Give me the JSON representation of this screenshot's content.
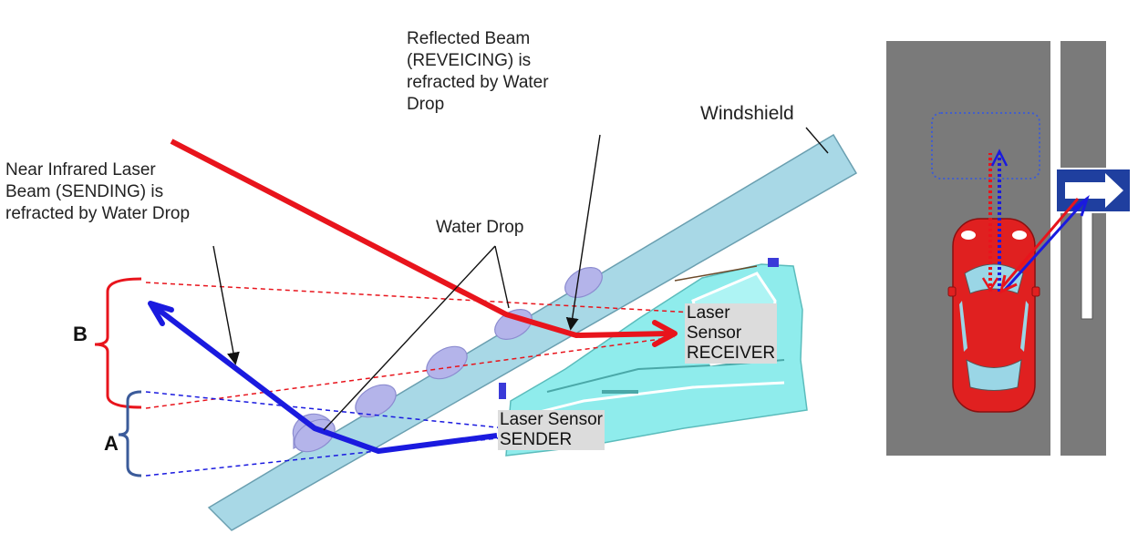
{
  "labels": {
    "reflected": [
      "Reflected Beam",
      "(REVEICING) is",
      "refracted by Water",
      "Drop"
    ],
    "windshield": "Windshield",
    "near_ir": [
      "Near Infrared Laser",
      "Beam (SENDING) is",
      "refracted by Water Drop"
    ],
    "water_drop": "Water Drop",
    "receiver": [
      "Laser",
      "Sensor",
      "RECEIVER"
    ],
    "sender": [
      "Laser Sensor",
      "SENDER"
    ],
    "bracket_b": "B",
    "bracket_a": "A"
  },
  "colors": {
    "sending_beam": "#1a1adf",
    "receiving_beam": "#e8141c",
    "windshield": "#a8d8e6",
    "water_drop": "#b4b4ea",
    "sensor": "#8fecec",
    "road": "#7a7a7a",
    "car": "#e02020",
    "sign": "#1f3f9f"
  },
  "icons": [
    "windshield-glass",
    "water-drop",
    "laser-sensor-housing",
    "car-top-view",
    "direction-sign-arrow"
  ]
}
